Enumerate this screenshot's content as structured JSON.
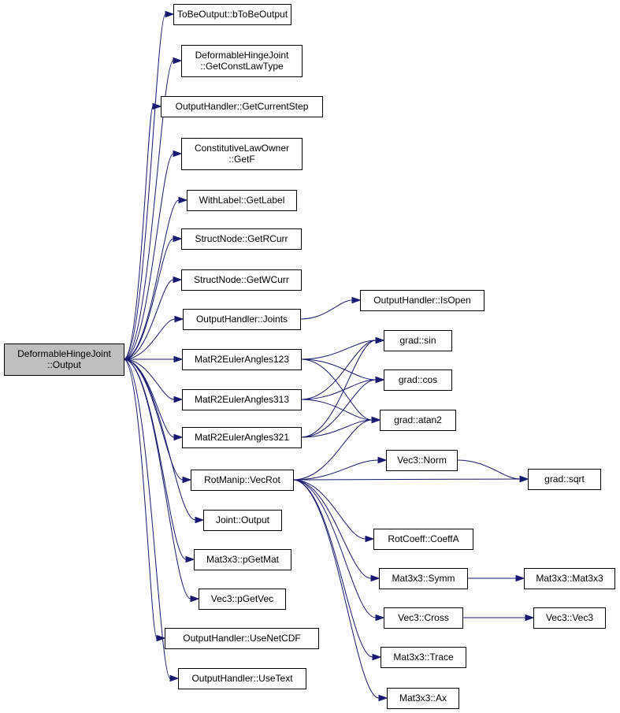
{
  "nodes": [
    {
      "id": "root",
      "lines": [
        "DeformableHingeJoint",
        "::Output"
      ]
    },
    {
      "id": "tobeoutput",
      "lines": [
        "ToBeOutput::bToBeOutput"
      ]
    },
    {
      "id": "getconstlawtype",
      "lines": [
        "DeformableHingeJoint",
        "::GetConstLawType"
      ]
    },
    {
      "id": "getcurrentstep",
      "lines": [
        "OutputHandler::GetCurrentStep"
      ]
    },
    {
      "id": "getf",
      "lines": [
        "ConstitutiveLawOwner",
        "::GetF"
      ]
    },
    {
      "id": "getlabel",
      "lines": [
        "WithLabel::GetLabel"
      ]
    },
    {
      "id": "getrcurr",
      "lines": [
        "StructNode::GetRCurr"
      ]
    },
    {
      "id": "getwcurr",
      "lines": [
        "StructNode::GetWCurr"
      ]
    },
    {
      "id": "joints",
      "lines": [
        "OutputHandler::Joints"
      ]
    },
    {
      "id": "isopen",
      "lines": [
        "OutputHandler::IsOpen"
      ]
    },
    {
      "id": "mat123",
      "lines": [
        "MatR2EulerAngles123"
      ]
    },
    {
      "id": "mat313",
      "lines": [
        "MatR2EulerAngles313"
      ]
    },
    {
      "id": "mat321",
      "lines": [
        "MatR2EulerAngles321"
      ]
    },
    {
      "id": "sin",
      "lines": [
        "grad::sin"
      ]
    },
    {
      "id": "cos",
      "lines": [
        "grad::cos"
      ]
    },
    {
      "id": "atan2",
      "lines": [
        "grad::atan2"
      ]
    },
    {
      "id": "vecrot",
      "lines": [
        "RotManip::VecRot"
      ]
    },
    {
      "id": "norm",
      "lines": [
        "Vec3::Norm"
      ]
    },
    {
      "id": "sqrt",
      "lines": [
        "grad::sqrt"
      ]
    },
    {
      "id": "coeffa",
      "lines": [
        "RotCoeff::CoeffA"
      ]
    },
    {
      "id": "symm",
      "lines": [
        "Mat3x3::Symm"
      ]
    },
    {
      "id": "mat3x3",
      "lines": [
        "Mat3x3::Mat3x3"
      ]
    },
    {
      "id": "cross",
      "lines": [
        "Vec3::Cross"
      ]
    },
    {
      "id": "vec3",
      "lines": [
        "Vec3::Vec3"
      ]
    },
    {
      "id": "trace",
      "lines": [
        "Mat3x3::Trace"
      ]
    },
    {
      "id": "ax",
      "lines": [
        "Mat3x3::Ax"
      ]
    },
    {
      "id": "jointoutput",
      "lines": [
        "Joint::Output"
      ]
    },
    {
      "id": "pgetmat",
      "lines": [
        "Mat3x3::pGetMat"
      ]
    },
    {
      "id": "pgetvec",
      "lines": [
        "Vec3::pGetVec"
      ]
    },
    {
      "id": "usenetcdf",
      "lines": [
        "OutputHandler::UseNetCDF"
      ]
    },
    {
      "id": "usetext",
      "lines": [
        "OutputHandler::UseText"
      ]
    }
  ],
  "edges": [
    [
      "root",
      "tobeoutput"
    ],
    [
      "root",
      "getconstlawtype"
    ],
    [
      "root",
      "getcurrentstep"
    ],
    [
      "root",
      "getf"
    ],
    [
      "root",
      "getlabel"
    ],
    [
      "root",
      "getrcurr"
    ],
    [
      "root",
      "getwcurr"
    ],
    [
      "root",
      "joints"
    ],
    [
      "root",
      "mat123"
    ],
    [
      "root",
      "mat313"
    ],
    [
      "root",
      "mat321"
    ],
    [
      "root",
      "vecrot"
    ],
    [
      "root",
      "jointoutput"
    ],
    [
      "root",
      "pgetmat"
    ],
    [
      "root",
      "pgetvec"
    ],
    [
      "root",
      "usenetcdf"
    ],
    [
      "root",
      "usetext"
    ],
    [
      "joints",
      "isopen"
    ],
    [
      "mat123",
      "sin"
    ],
    [
      "mat123",
      "cos"
    ],
    [
      "mat123",
      "atan2"
    ],
    [
      "mat313",
      "sin"
    ],
    [
      "mat313",
      "cos"
    ],
    [
      "mat313",
      "atan2"
    ],
    [
      "mat321",
      "sin"
    ],
    [
      "mat321",
      "cos"
    ],
    [
      "mat321",
      "atan2"
    ],
    [
      "vecrot",
      "atan2"
    ],
    [
      "vecrot",
      "norm"
    ],
    [
      "vecrot",
      "sqrt"
    ],
    [
      "vecrot",
      "coeffa"
    ],
    [
      "vecrot",
      "symm"
    ],
    [
      "vecrot",
      "cross"
    ],
    [
      "vecrot",
      "trace"
    ],
    [
      "vecrot",
      "ax"
    ],
    [
      "norm",
      "sqrt"
    ],
    [
      "symm",
      "mat3x3"
    ],
    [
      "cross",
      "vec3"
    ]
  ]
}
